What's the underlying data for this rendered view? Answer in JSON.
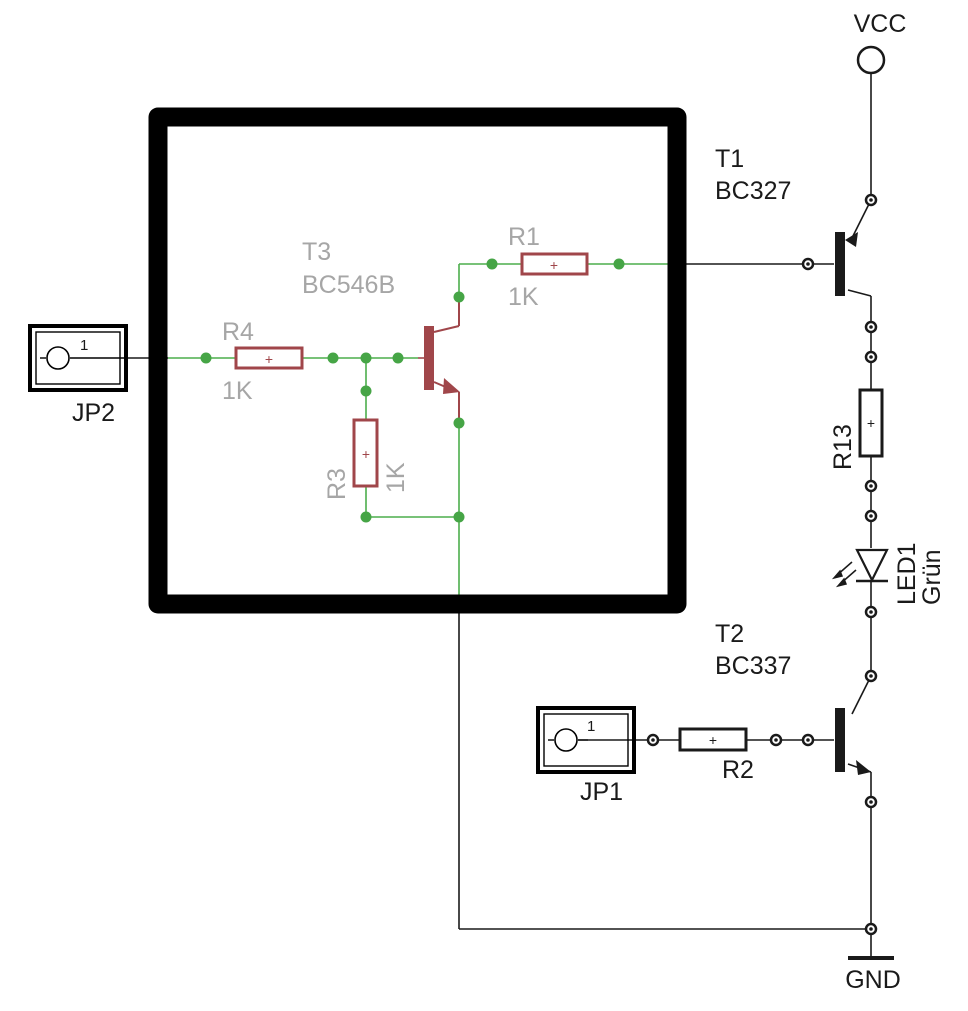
{
  "supply": {
    "vcc_label": "VCC",
    "gnd_label": "GND"
  },
  "connectors": {
    "jp2": {
      "name": "JP2",
      "pin": "1"
    },
    "jp1": {
      "name": "JP1",
      "pin": "1"
    }
  },
  "transistors": {
    "t1": {
      "name": "T1",
      "type": "BC327"
    },
    "t2": {
      "name": "T2",
      "type": "BC337"
    },
    "t3": {
      "name": "T3",
      "type": "BC546B"
    }
  },
  "resistors": {
    "r1": {
      "name": "R1",
      "value": "1K"
    },
    "r2": {
      "name": "R2"
    },
    "r3": {
      "name": "R3",
      "value": "1K"
    },
    "r4": {
      "name": "R4",
      "value": "1K"
    },
    "r13": {
      "name": "R13"
    }
  },
  "led": {
    "name": "LED1",
    "color": "Grün"
  },
  "colors": {
    "wire_green": "#4cae4c",
    "wire_black": "#1a1a1a",
    "component_red": "#a0464a",
    "junction_green": "#46a546",
    "label_grey": "#a6a6a6",
    "frame": "#000000"
  }
}
